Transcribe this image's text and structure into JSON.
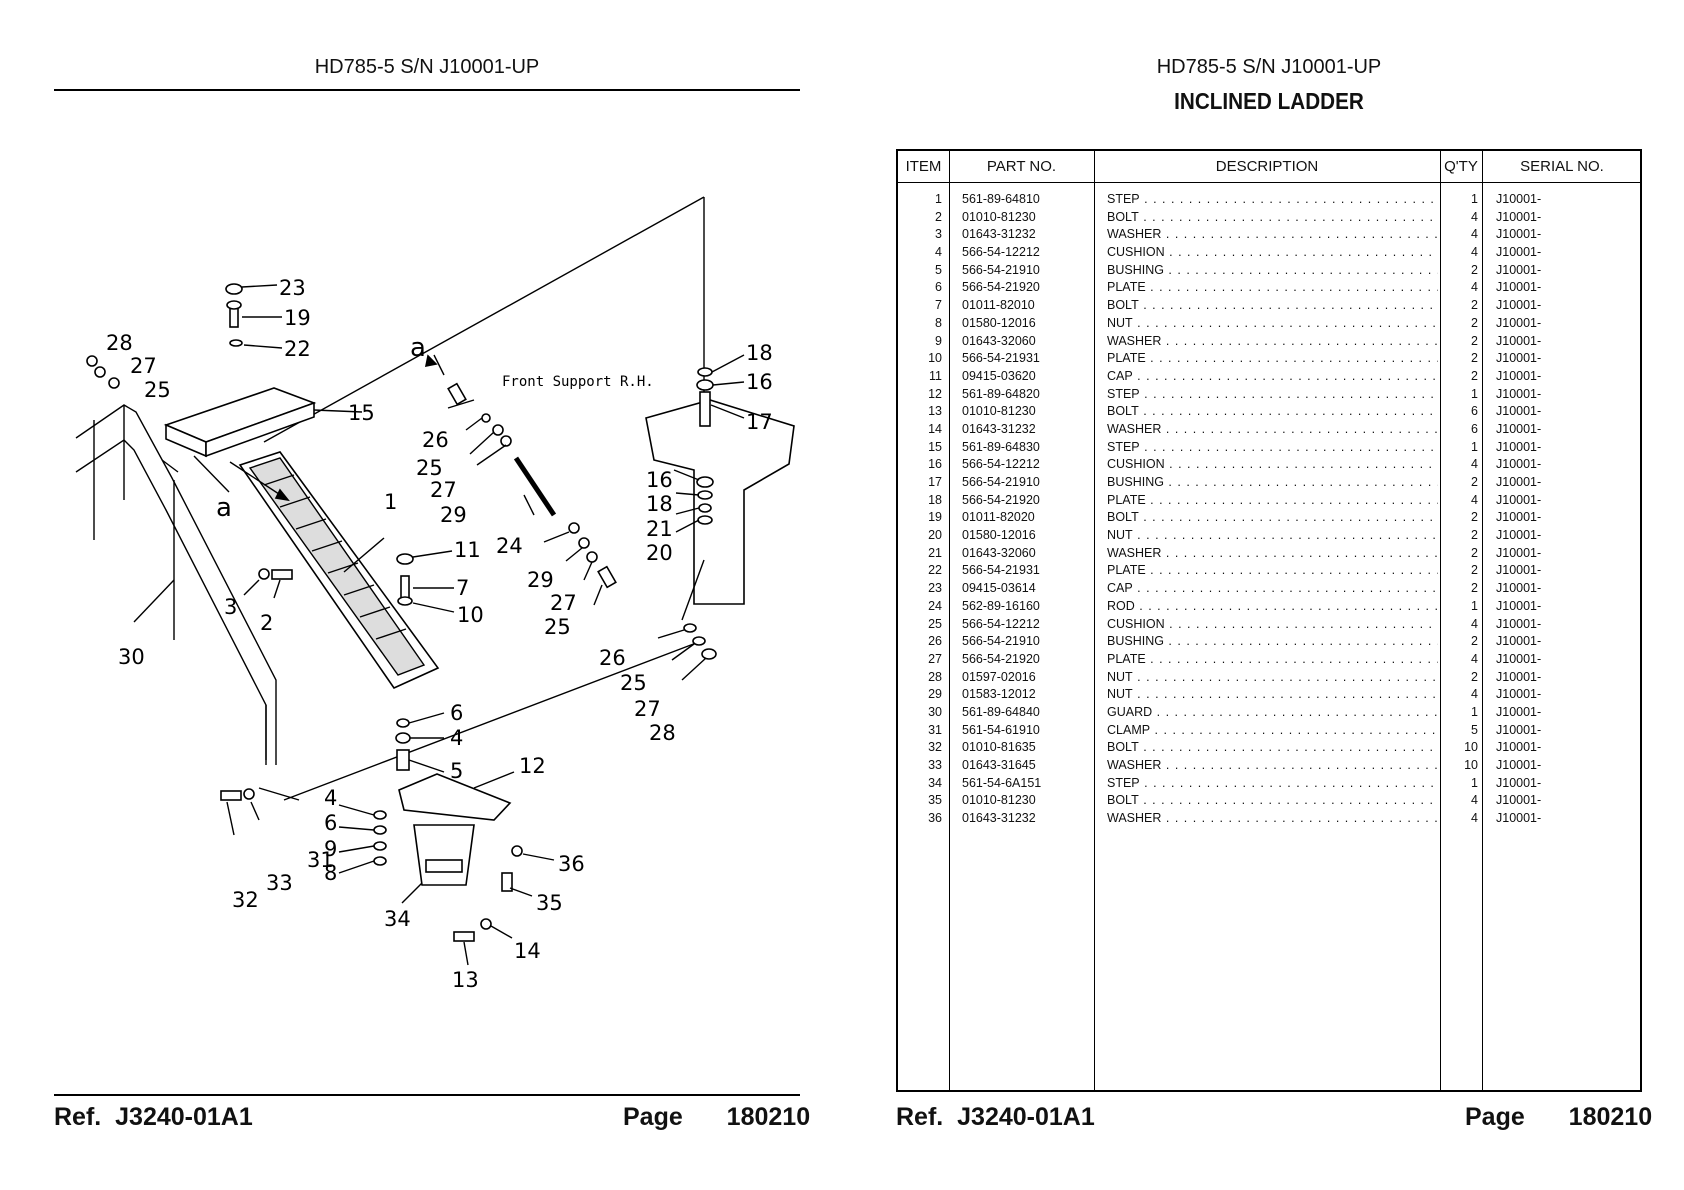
{
  "left_page": {
    "header": "HD785-5 S/N J10001-UP",
    "footer": {
      "ref_label": "Ref.",
      "ref_value": "J3240-01A1",
      "page_label": "Page",
      "page_value": "180210"
    },
    "diagram": {
      "annotation_front_support": "Front Support R.H.",
      "view_marker": "a",
      "callouts": [
        "1",
        "2",
        "3",
        "4",
        "5",
        "6",
        "7",
        "8",
        "9",
        "10",
        "11",
        "12",
        "13",
        "14",
        "15",
        "16",
        "17",
        "18",
        "19",
        "20",
        "21",
        "22",
        "23",
        "24",
        "25",
        "26",
        "27",
        "28",
        "29",
        "30",
        "31",
        "32",
        "33",
        "34",
        "35",
        "36"
      ]
    }
  },
  "right_page": {
    "header": "HD785-5 S/N J10001-UP",
    "title": "INCLINED LADDER",
    "footer": {
      "ref_label": "Ref.",
      "ref_value": "J3240-01A1",
      "page_label": "Page",
      "page_value": "180210"
    },
    "table": {
      "headers": {
        "item": "ITEM",
        "part_no": "PART NO.",
        "description": "DESCRIPTION",
        "qty": "Q'TY",
        "serial_no": "SERIAL NO."
      },
      "rows": [
        {
          "item": "1",
          "part_no": "561-89-64810",
          "description": "STEP",
          "qty": "1",
          "serial": "J10001-"
        },
        {
          "item": "2",
          "part_no": "01010-81230",
          "description": "BOLT",
          "qty": "4",
          "serial": "J10001-"
        },
        {
          "item": "3",
          "part_no": "01643-31232",
          "description": "WASHER",
          "qty": "4",
          "serial": "J10001-"
        },
        {
          "item": "4",
          "part_no": "566-54-12212",
          "description": "CUSHION",
          "qty": "4",
          "serial": "J10001-"
        },
        {
          "item": "5",
          "part_no": "566-54-21910",
          "description": "BUSHING",
          "qty": "2",
          "serial": "J10001-"
        },
        {
          "item": "6",
          "part_no": "566-54-21920",
          "description": "PLATE",
          "qty": "4",
          "serial": "J10001-"
        },
        {
          "item": "7",
          "part_no": "01011-82010",
          "description": "BOLT",
          "qty": "2",
          "serial": "J10001-"
        },
        {
          "item": "8",
          "part_no": "01580-12016",
          "description": "NUT",
          "qty": "2",
          "serial": "J10001-"
        },
        {
          "item": "9",
          "part_no": "01643-32060",
          "description": "WASHER",
          "qty": "2",
          "serial": "J10001-"
        },
        {
          "item": "10",
          "part_no": "566-54-21931",
          "description": "PLATE",
          "qty": "2",
          "serial": "J10001-"
        },
        {
          "item": "11",
          "part_no": "09415-03620",
          "description": "CAP",
          "qty": "2",
          "serial": "J10001-"
        },
        {
          "item": "12",
          "part_no": "561-89-64820",
          "description": "STEP",
          "qty": "1",
          "serial": "J10001-"
        },
        {
          "item": "13",
          "part_no": "01010-81230",
          "description": "BOLT",
          "qty": "6",
          "serial": "J10001-"
        },
        {
          "item": "14",
          "part_no": "01643-31232",
          "description": "WASHER",
          "qty": "6",
          "serial": "J10001-"
        },
        {
          "item": "15",
          "part_no": "561-89-64830",
          "description": "STEP",
          "qty": "1",
          "serial": "J10001-"
        },
        {
          "item": "16",
          "part_no": "566-54-12212",
          "description": "CUSHION",
          "qty": "4",
          "serial": "J10001-"
        },
        {
          "item": "17",
          "part_no": "566-54-21910",
          "description": "BUSHING",
          "qty": "2",
          "serial": "J10001-"
        },
        {
          "item": "18",
          "part_no": "566-54-21920",
          "description": "PLATE",
          "qty": "4",
          "serial": "J10001-"
        },
        {
          "item": "19",
          "part_no": "01011-82020",
          "description": "BOLT",
          "qty": "2",
          "serial": "J10001-"
        },
        {
          "item": "20",
          "part_no": "01580-12016",
          "description": "NUT",
          "qty": "2",
          "serial": "J10001-"
        },
        {
          "item": "21",
          "part_no": "01643-32060",
          "description": "WASHER",
          "qty": "2",
          "serial": "J10001-"
        },
        {
          "item": "22",
          "part_no": "566-54-21931",
          "description": "PLATE",
          "qty": "2",
          "serial": "J10001-"
        },
        {
          "item": "23",
          "part_no": "09415-03614",
          "description": "CAP",
          "qty": "2",
          "serial": "J10001-"
        },
        {
          "item": "24",
          "part_no": "562-89-16160",
          "description": "ROD",
          "qty": "1",
          "serial": "J10001-"
        },
        {
          "item": "25",
          "part_no": "566-54-12212",
          "description": "CUSHION",
          "qty": "4",
          "serial": "J10001-"
        },
        {
          "item": "26",
          "part_no": "566-54-21910",
          "description": "BUSHING",
          "qty": "2",
          "serial": "J10001-"
        },
        {
          "item": "27",
          "part_no": "566-54-21920",
          "description": "PLATE",
          "qty": "4",
          "serial": "J10001-"
        },
        {
          "item": "28",
          "part_no": "01597-02016",
          "description": "NUT",
          "qty": "2",
          "serial": "J10001-"
        },
        {
          "item": "29",
          "part_no": "01583-12012",
          "description": "NUT",
          "qty": "4",
          "serial": "J10001-"
        },
        {
          "item": "30",
          "part_no": "561-89-64840",
          "description": "GUARD",
          "qty": "1",
          "serial": "J10001-"
        },
        {
          "item": "31",
          "part_no": "561-54-61910",
          "description": "CLAMP",
          "qty": "5",
          "serial": "J10001-"
        },
        {
          "item": "32",
          "part_no": "01010-81635",
          "description": "BOLT",
          "qty": "10",
          "serial": "J10001-"
        },
        {
          "item": "33",
          "part_no": "01643-31645",
          "description": "WASHER",
          "qty": "10",
          "serial": "J10001-"
        },
        {
          "item": "34",
          "part_no": "561-54-6A151",
          "description": "STEP",
          "qty": "1",
          "serial": "J10001-"
        },
        {
          "item": "35",
          "part_no": "01010-81230",
          "description": "BOLT",
          "qty": "4",
          "serial": "J10001-"
        },
        {
          "item": "36",
          "part_no": "01643-31232",
          "description": "WASHER",
          "qty": "4",
          "serial": "J10001-"
        }
      ]
    }
  }
}
